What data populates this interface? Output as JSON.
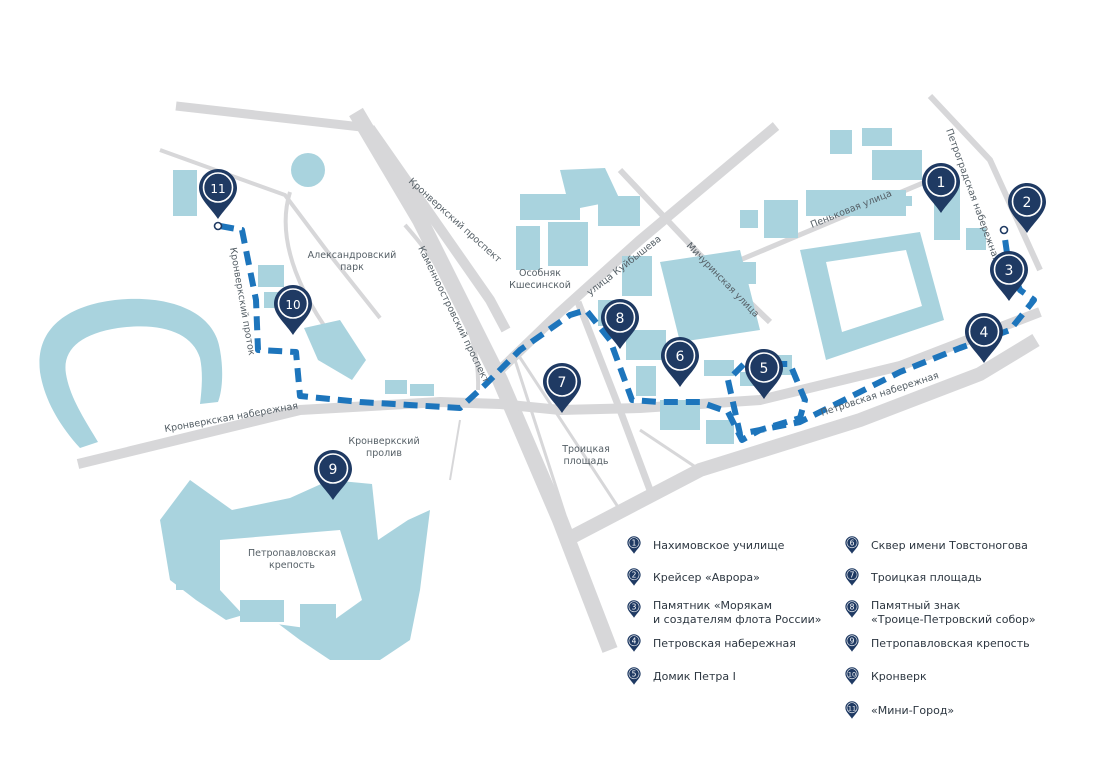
{
  "colors": {
    "water": "#a9d3de",
    "building": "#a9d3de",
    "road": "#d7d7d9",
    "route": "#1d75bc",
    "pin": "#1f3a63"
  },
  "labels": {
    "kronverk_prospekt": "Кронверкский проспект",
    "kamennoostrovsky": "Каменноостровский проспект",
    "aleksandrovsky_park": [
      "Александровский",
      "парк"
    ],
    "kronverk_protok": "Кронверкский проток",
    "kronverk_nab": "Кронверкская набережная",
    "kronverk_proliv": [
      "Кронверкский",
      "пролив"
    ],
    "petropavl": [
      "Петропавловская",
      "крепость"
    ],
    "kshesinskaya": [
      "Особняк",
      "Кшесинской"
    ],
    "kuibysheva": "улица Куйбышева",
    "michurinskaya": "Мичуринская улица",
    "penkovaya": "Пеньковая улица",
    "petrogradskaya_nab": "Петроградская набережная",
    "petrovskaya_nab": "Петровская набережная",
    "troitskaya": [
      "Троицкая",
      "площадь"
    ]
  },
  "pins": [
    {
      "num": "1"
    },
    {
      "num": "2"
    },
    {
      "num": "3"
    },
    {
      "num": "4"
    },
    {
      "num": "5"
    },
    {
      "num": "6"
    },
    {
      "num": "7"
    },
    {
      "num": "8"
    },
    {
      "num": "9"
    },
    {
      "num": "10"
    },
    {
      "num": "11"
    }
  ],
  "legend": [
    {
      "num": "1",
      "lines": [
        "Нахимовское училище"
      ]
    },
    {
      "num": "2",
      "lines": [
        "Крейсер «Аврора»"
      ]
    },
    {
      "num": "3",
      "lines": [
        "Памятник «Морякам",
        "и создателям флота России»"
      ]
    },
    {
      "num": "4",
      "lines": [
        "Петровская набережная"
      ]
    },
    {
      "num": "5",
      "lines": [
        "Домик Петра I"
      ]
    },
    {
      "num": "6",
      "lines": [
        "Сквер имени Товстоногова"
      ]
    },
    {
      "num": "7",
      "lines": [
        "Троицкая площадь"
      ]
    },
    {
      "num": "8",
      "lines": [
        "Памятный знак",
        "«Троице-Петровский собор»"
      ]
    },
    {
      "num": "9",
      "lines": [
        "Петропавловская крепость"
      ]
    },
    {
      "num": "10",
      "lines": [
        "Кронверк"
      ]
    },
    {
      "num": "11",
      "lines": [
        "«Мини-Город»"
      ]
    }
  ]
}
